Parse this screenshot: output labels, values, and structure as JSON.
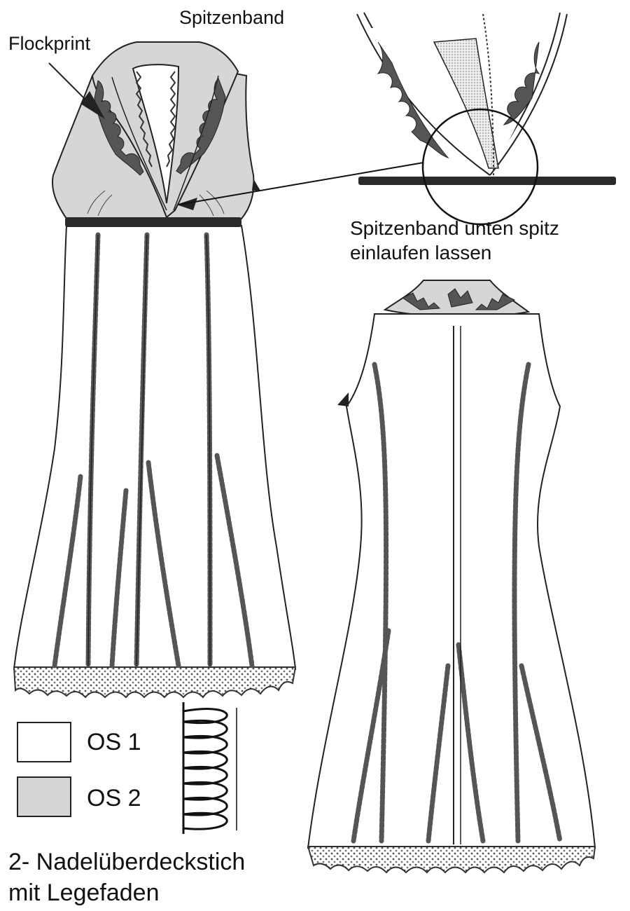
{
  "labels": {
    "spitzenband": "Spitzenband",
    "flockprint": "Flockprint",
    "detail_line1": "Spitzenband unten spitz",
    "detail_line2": "einlaufen lassen",
    "stitch_line1": "2- Nadelüberdeckstich",
    "stitch_line2": "mit Legefaden"
  },
  "legend": [
    {
      "label": "OS 1",
      "color": "#ffffff"
    },
    {
      "label": "OS 2",
      "color": "#d6d6d6"
    }
  ],
  "colors": {
    "fabric_os1": "#ffffff",
    "fabric_os2": "#d6d6d6",
    "outline": "#222222",
    "flock": "#555555",
    "band": "#2a2a2a"
  }
}
